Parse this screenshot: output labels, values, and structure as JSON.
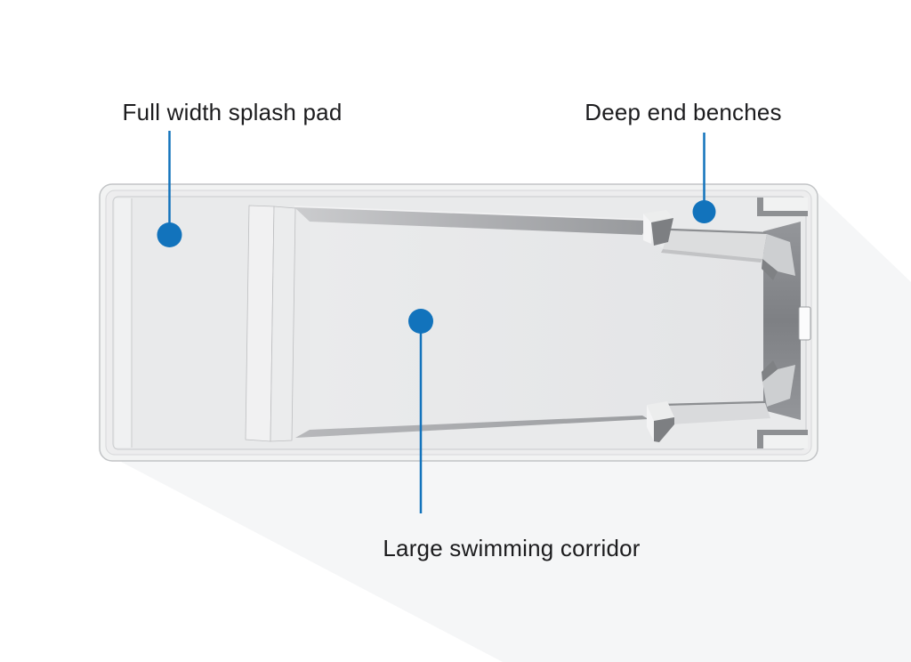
{
  "diagram": {
    "callouts": [
      {
        "id": "splash-pad",
        "label": "Full width splash pad"
      },
      {
        "id": "deep-end-benches",
        "label": "Deep end benches"
      },
      {
        "id": "swimming-corridor",
        "label": "Large swimming corridor"
      }
    ],
    "colors": {
      "accent_blue": "#1273bc",
      "label_text": "#1c1c1e",
      "pool_shell": "#f2f3f3",
      "pool_deck": "#e9eaeb",
      "pool_floor": "#e6e7e9",
      "deep_wall": "#85878a",
      "drop_shadow": "#f5f6f7",
      "background": "#ffffff"
    }
  }
}
